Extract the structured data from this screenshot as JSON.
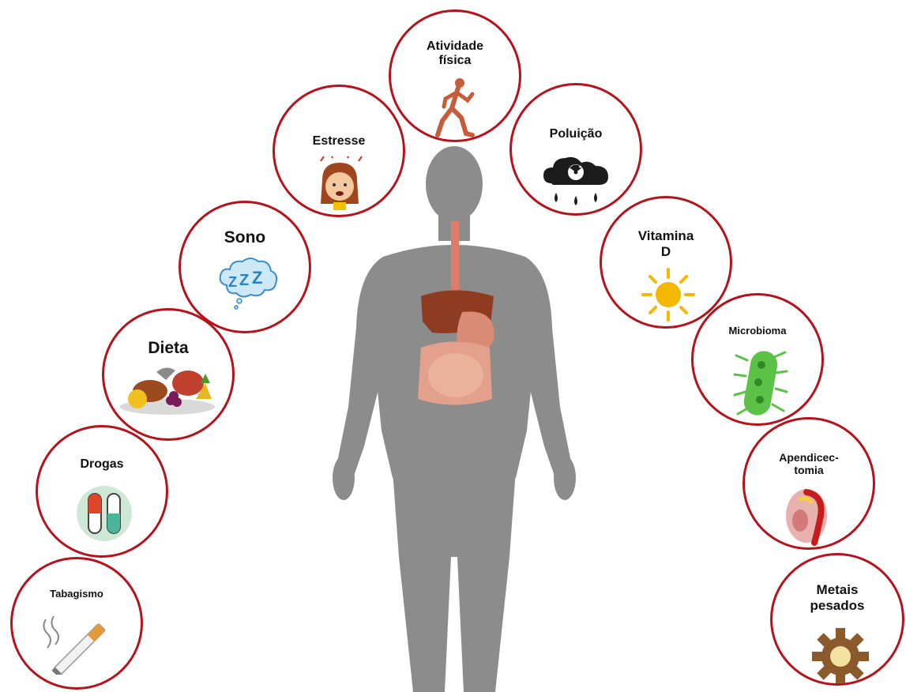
{
  "colors": {
    "circle_border": "#b5121b",
    "body_silhouette": "#8c8c8c",
    "organ_liver": "#8e3b22",
    "organ_intestine": "#e3a08a",
    "label_text": "#111111"
  },
  "center": {
    "figure_icon": "human-silhouette-with-digestive-organs-icon"
  },
  "factors": {
    "atividade_fisica": {
      "label": "Atividade\nfísica",
      "icon": "running-muscle-figure-icon"
    },
    "estresse": {
      "label": "Estresse",
      "icon": "stressed-face-icon"
    },
    "poluicao": {
      "label": "Poluição",
      "icon": "radioactive-cloud-rain-icon"
    },
    "sono": {
      "label": "Sono",
      "icon": "zzz-cloud-icon"
    },
    "vitamina_d": {
      "label": "Vitamina\nD",
      "icon": "sun-icon"
    },
    "dieta": {
      "label": "Dieta",
      "icon": "food-platter-icon"
    },
    "microbioma": {
      "label": "Microbioma",
      "icon": "bacterium-icon"
    },
    "drogas": {
      "label": "Drogas",
      "icon": "capsule-pills-icon"
    },
    "apendicectomia": {
      "label": "Apendicec-\ntomia",
      "icon": "appendix-organ-icon"
    },
    "tabagismo": {
      "label": "Tabagismo",
      "icon": "cigarette-smoke-icon"
    },
    "metais_pesados": {
      "label": "Metais\npesados",
      "icon": "gear-icon"
    }
  }
}
